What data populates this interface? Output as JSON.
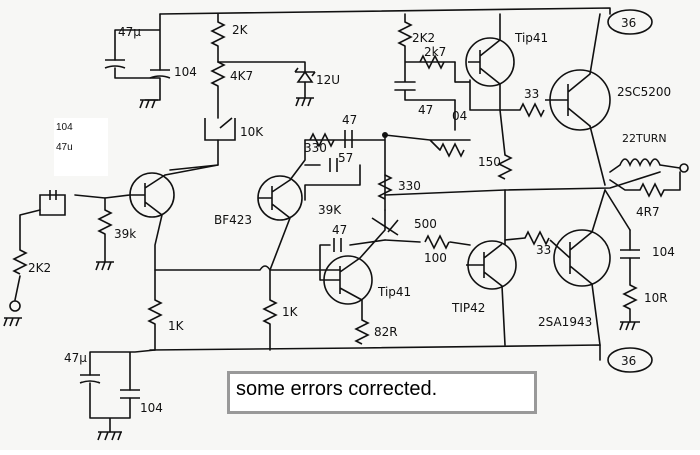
{
  "diagram": {
    "note_box": {
      "line1": "104",
      "line2": "47u"
    },
    "banner": "some errors corrected.",
    "labels": {
      "c_47u_top": "47µ",
      "c_104_top": "104",
      "r_2k_top": "2K",
      "r_4k7": "4K7",
      "pot_10k": "10K",
      "zener_12v": "12U",
      "r_2k2_top": "2K2",
      "r_2k7": "2k7",
      "c_47_mid": "47",
      "c_04": "04",
      "q_tip41_top": "Tip41",
      "q_2sc5200": "2SC5200",
      "node_36_top": "36",
      "node_36_bottom": "36",
      "r_33_top": "33",
      "r_33_bottom": "33",
      "r_330_left": "330",
      "c_47_feedback": "47",
      "c_57": "57",
      "r_330_right": "330",
      "r_150": "150",
      "l_22turn": "22TURN",
      "r_4r7": "4R7",
      "r_39k_feedback": "39K",
      "pot_500": "500",
      "r_100": "100",
      "c_47_lower": "47",
      "q_bf423": "BF423",
      "r_39k_input": "39k",
      "r_2k2_input": "2K2",
      "r_1k_left": "1K",
      "r_1k_right": "1K",
      "q_tip41_lower": "Tip41",
      "r_82r": "82R",
      "q_tip42": "TIP42",
      "q_2sa1943": "2SA1943",
      "c_104_right": "104",
      "r_10r": "10R",
      "c_47u_bottom": "47µ",
      "c_104_bottom": "104"
    }
  }
}
